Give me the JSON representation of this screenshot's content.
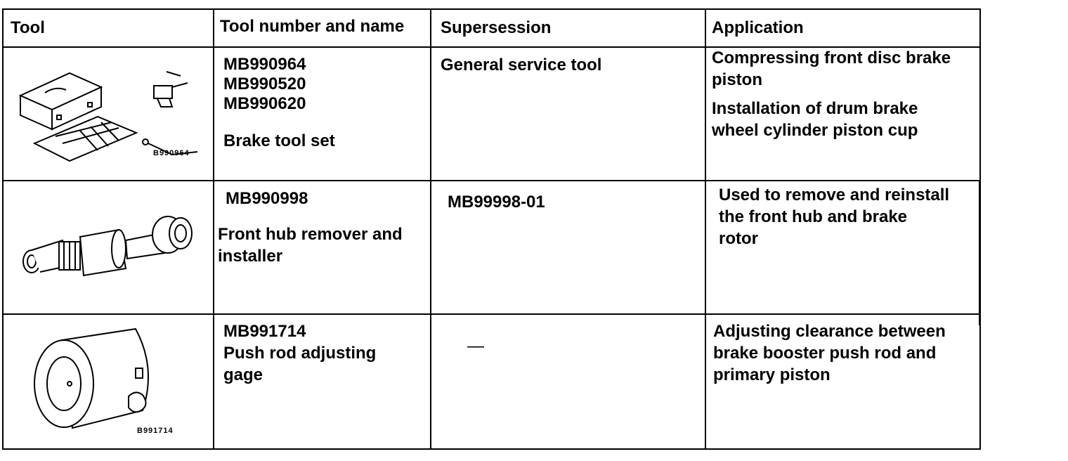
{
  "headers": {
    "tool": "Tool",
    "tool_number_name": "Tool number and name",
    "supersession": "Supersession",
    "application": "Application"
  },
  "rows": [
    {
      "tool_caption": "B990964",
      "tool_numbers": [
        "MB990964",
        "MB990520",
        "MB990620"
      ],
      "tool_name": "Brake tool set",
      "supersession": "General service tool",
      "application": [
        "Compressing front disc brake",
        "piston",
        "Installation of drum brake",
        "wheel cylinder piston cup"
      ]
    },
    {
      "tool_caption": "",
      "tool_numbers": [
        "MB990998"
      ],
      "tool_name": [
        "Front hub remover and",
        "installer"
      ],
      "supersession": "MB99998-01",
      "application": [
        "Used to remove and reinstall",
        "the front hub and brake",
        "rotor"
      ]
    },
    {
      "tool_caption": "B991714",
      "tool_numbers": [
        "MB991714"
      ],
      "tool_name": [
        "Push rod adjusting",
        "gage"
      ],
      "supersession": "—",
      "application": [
        "Adjusting clearance between",
        "brake booster push rod and",
        "primary piston"
      ]
    }
  ]
}
